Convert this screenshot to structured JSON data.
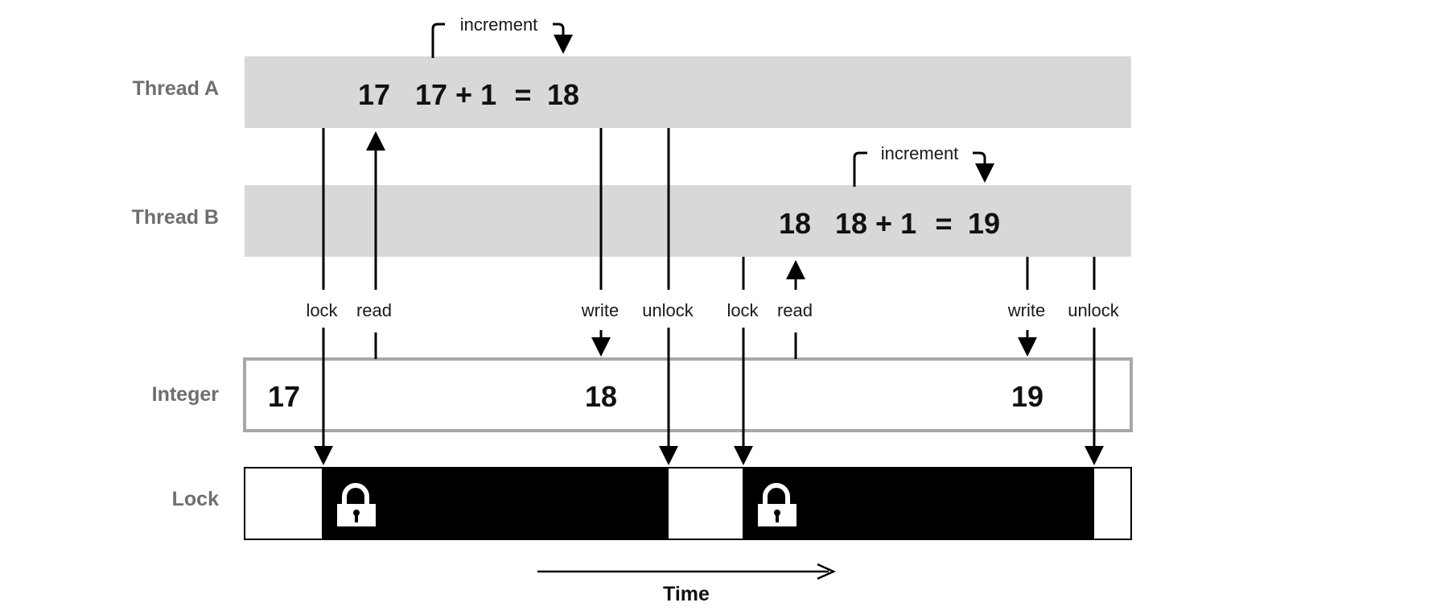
{
  "rows": {
    "thread_a": "Thread A",
    "thread_b": "Thread B",
    "integer": "Integer",
    "lock": "Lock"
  },
  "thread_a": {
    "read_value": "17",
    "lhs": "17 + 1",
    "equals": "=",
    "result": "18",
    "increment_label": "increment"
  },
  "thread_b": {
    "read_value": "18",
    "lhs": "18 + 1",
    "equals": "=",
    "result": "19",
    "increment_label": "increment"
  },
  "integer_values": [
    "17",
    "18",
    "19"
  ],
  "events": {
    "a_lock": "lock",
    "a_read": "read",
    "a_write": "write",
    "a_unlock": "unlock",
    "b_lock": "lock",
    "b_read": "read",
    "b_write": "write",
    "b_unlock": "unlock"
  },
  "time_label": "Time",
  "lock_icon": "padlock-icon"
}
